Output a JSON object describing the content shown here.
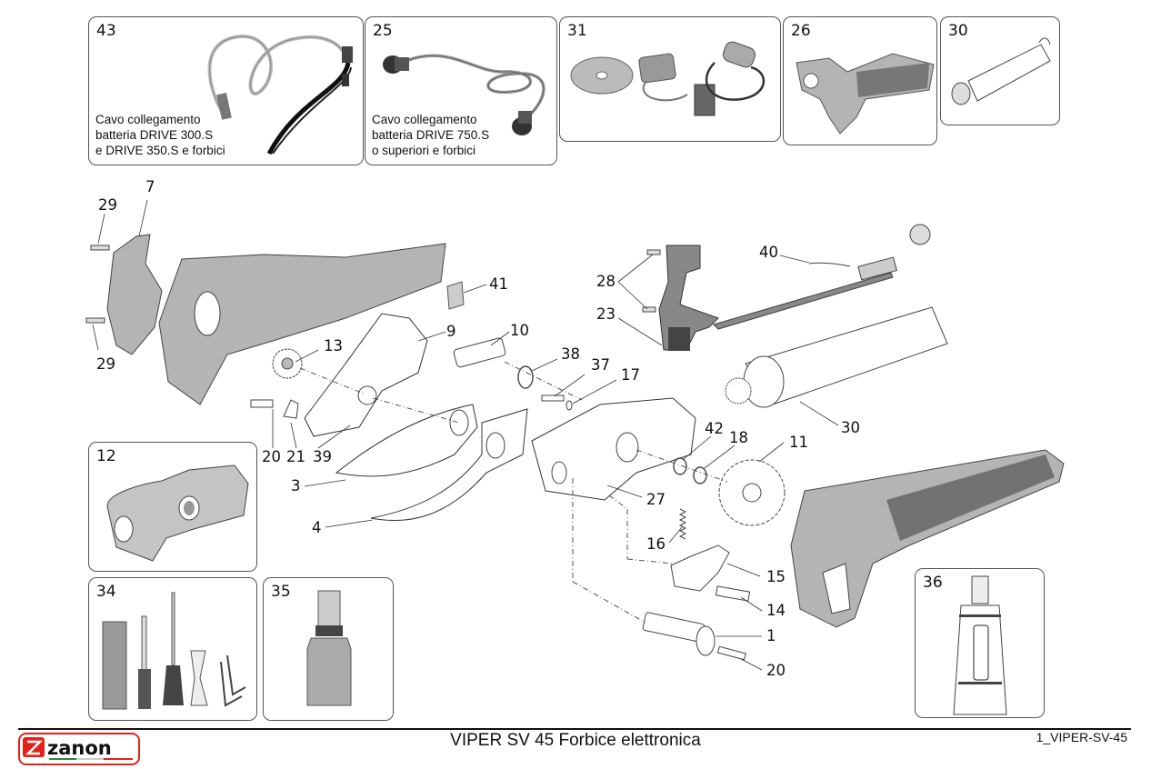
{
  "document": {
    "title": "VIPER SV 45 Forbice elettronica",
    "code": "1_VIPER-SV-45",
    "brand": "zanon",
    "brand_color": "#e2231a"
  },
  "accessory_boxes": [
    {
      "number": "43",
      "caption": [
        "Cavo collegamento",
        "batteria DRIVE 300.S",
        "e DRIVE 350.S e forbici"
      ],
      "item": "battery-cable-drive-300-350"
    },
    {
      "number": "25",
      "caption": [
        "Cavo collegamento",
        "batteria DRIVE 750.S",
        "o superiori e forbici"
      ],
      "item": "battery-cable-drive-750"
    },
    {
      "number": "31",
      "caption": [],
      "item": "diagnostic-kit-cd-interface"
    },
    {
      "number": "26",
      "caption": [],
      "item": "handle-shell-kit"
    },
    {
      "number": "30",
      "caption": [],
      "item": "motor"
    },
    {
      "number": "12",
      "caption": [],
      "item": "gearbox-housing"
    },
    {
      "number": "34",
      "caption": [],
      "item": "tool-kit"
    },
    {
      "number": "35",
      "caption": [],
      "item": "oil-spray-bottle"
    },
    {
      "number": "36",
      "caption": [],
      "item": "grease-tube"
    }
  ],
  "part_labels": {
    "p7": "7",
    "p29a": "29",
    "p29b": "29",
    "p41": "41",
    "p13": "13",
    "p9": "9",
    "p10": "10",
    "p38": "38",
    "p37": "37",
    "p17": "17",
    "p20a": "20",
    "p21": "21",
    "p39": "39",
    "p3": "3",
    "p4": "4",
    "p28": "28",
    "p23": "23",
    "p40": "40",
    "p30": "30",
    "p42": "42",
    "p18": "18",
    "p11": "11",
    "p27": "27",
    "p16": "16",
    "p15": "15",
    "p14": "14",
    "p1": "1",
    "p20b": "20"
  },
  "colors": {
    "part_gray": "#b4b4b4",
    "part_dark": "#5a5a5a",
    "line": "#333333"
  }
}
